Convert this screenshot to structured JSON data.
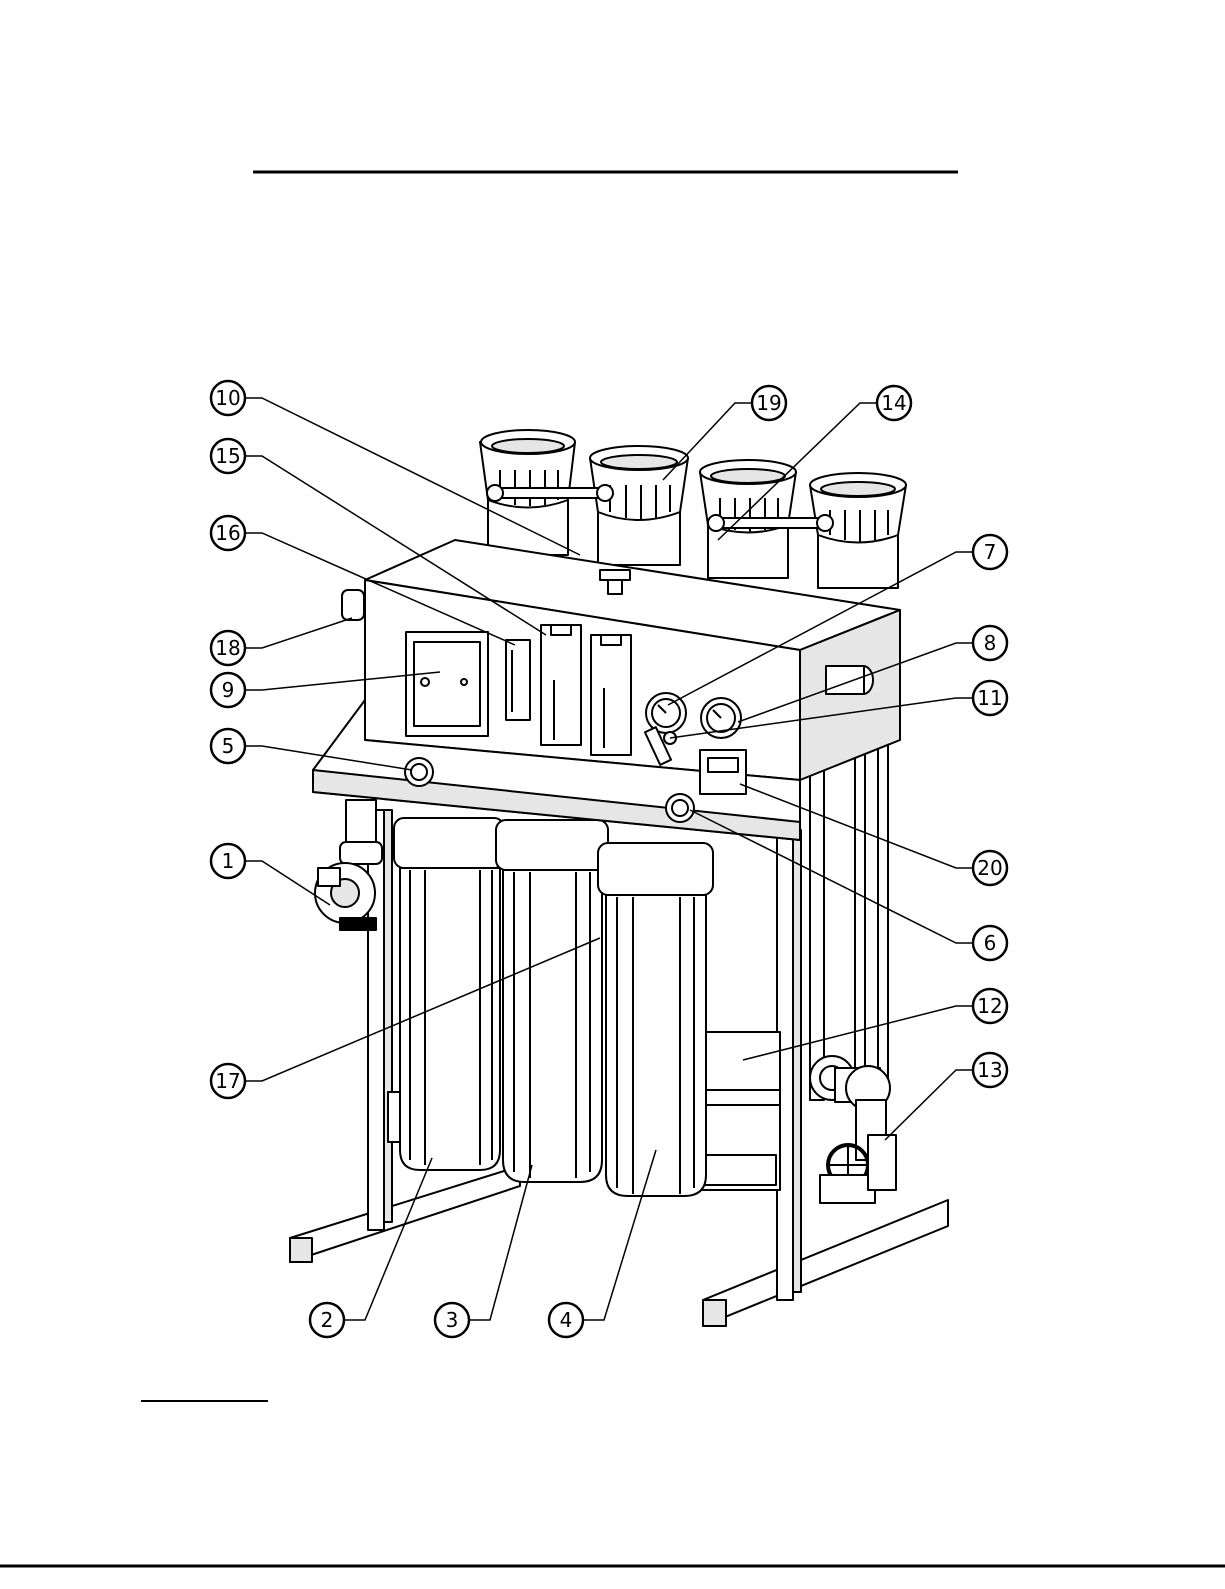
{
  "diagram": {
    "callouts": [
      {
        "number": "10"
      },
      {
        "number": "19"
      },
      {
        "number": "14"
      },
      {
        "number": "15"
      },
      {
        "number": "16"
      },
      {
        "number": "7"
      },
      {
        "number": "18"
      },
      {
        "number": "8"
      },
      {
        "number": "9"
      },
      {
        "number": "11"
      },
      {
        "number": "5"
      },
      {
        "number": "1"
      },
      {
        "number": "20"
      },
      {
        "number": "6"
      },
      {
        "number": "12"
      },
      {
        "number": "17"
      },
      {
        "number": "13"
      },
      {
        "number": "2"
      },
      {
        "number": "3"
      },
      {
        "number": "4"
      }
    ]
  },
  "colors": {
    "ink": "#000000",
    "paper": "#ffffff",
    "shade": "#e6e6e6"
  }
}
